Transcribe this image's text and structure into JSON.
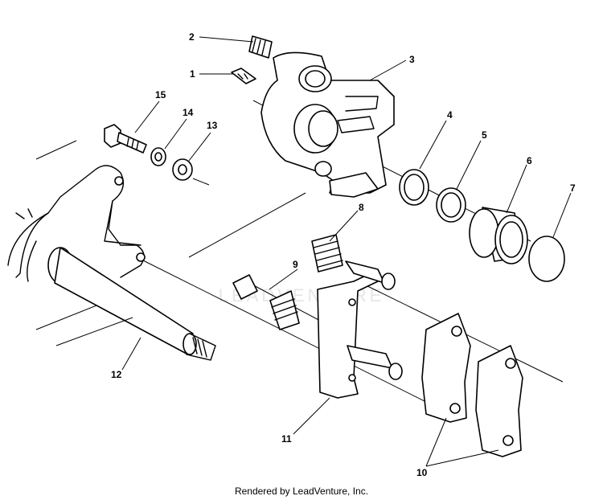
{
  "diagram": {
    "callouts": [
      "1",
      "2",
      "3",
      "4",
      "5",
      "6",
      "7",
      "8",
      "9",
      "10",
      "11",
      "12",
      "13",
      "14",
      "15"
    ]
  },
  "watermark": {
    "text": "LEADVENTURE"
  },
  "footer": {
    "text": "Rendered by LeadVenture, Inc."
  }
}
